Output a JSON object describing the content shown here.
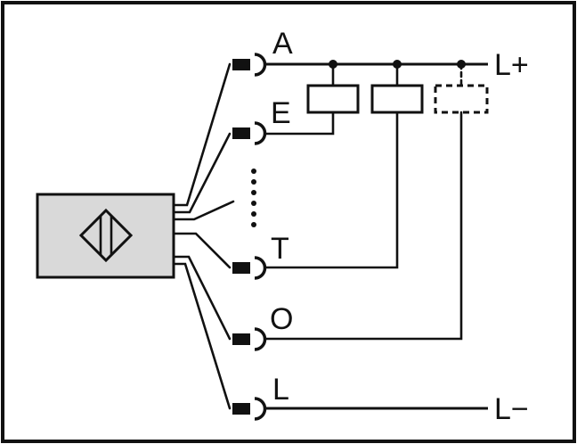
{
  "terminals": {
    "A": "A",
    "E": "E",
    "T": "T",
    "O": "O",
    "L": "L"
  },
  "supply": {
    "positive": "L+",
    "negative": "L−"
  },
  "icons": {
    "sensor_symbol": "diamond-sensor-icon",
    "connector": "plug-connector-icon",
    "load": "relay-load-icon",
    "optional_load": "dashed-optional-load-icon"
  },
  "colors": {
    "line": "#111111",
    "sensor_fill": "#d9d9d9",
    "background": "#ffffff"
  }
}
